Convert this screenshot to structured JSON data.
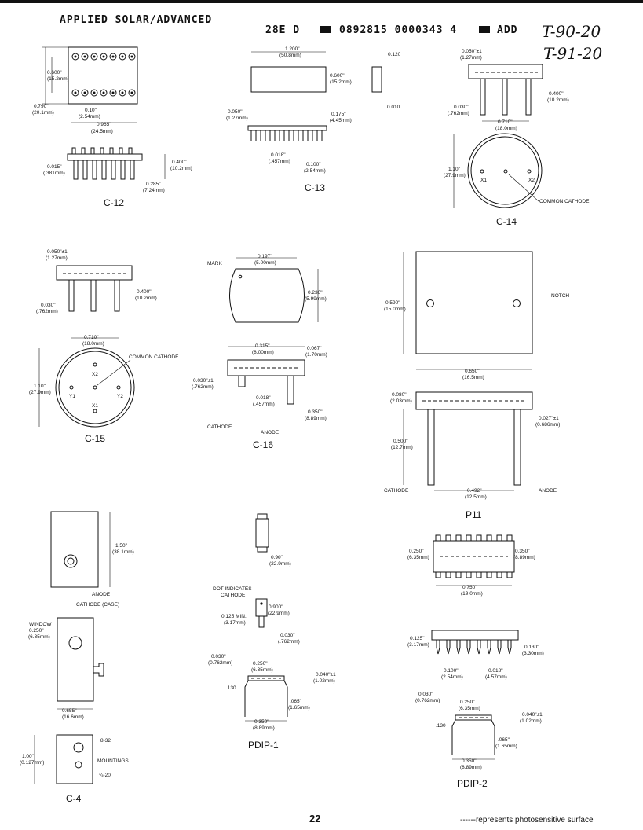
{
  "header": {
    "company": "APPLIED SOLAR/ADVANCED",
    "code": "28E D",
    "number": "0892815 0000343 4",
    "suffix": "ADD",
    "handwritten_1": "T-90-20",
    "handwritten_2": "T-91-20"
  },
  "packages": {
    "c12": {
      "label": "C-12",
      "d1": "0.600\"",
      "d1mm": "(15.2mm)",
      "d2": "0.790\"",
      "d2mm": "(20.1mm)",
      "d3": "0.10\"",
      "d3mm": "(2.54mm)",
      "d4": "0.965\"",
      "d4mm": "(24.5mm)",
      "d5": "0.015\"",
      "d5mm": "(.381mm)",
      "d6": "0.400\"",
      "d6mm": "(10.2mm)",
      "d7": "0.285\"",
      "d7mm": "(7.24mm)"
    },
    "c13": {
      "label": "C-13",
      "d1": "1.200\"",
      "d1mm": "(50.8mm)",
      "d2": "0.600\"",
      "d2mm": "(15.2mm)",
      "d3": "0.120",
      "d4": "0.010",
      "d5": "0.050\"",
      "d5mm": "(1.27mm)",
      "d6": "0.175\"",
      "d6mm": "(4.45mm)",
      "d7": "0.018\"",
      "d7mm": "(.457mm)",
      "d8": "0.100\"",
      "d8mm": "(2.54mm)"
    },
    "c14": {
      "label": "C-14",
      "d1": "0.050\"±1",
      "d1mm": "(1.27mm)",
      "d2": "0.400\"",
      "d2mm": "(10.2mm)",
      "d3": "0.030\"",
      "d3mm": "(.762mm)",
      "d4": "0.710\"",
      "d4mm": "(18.0mm)",
      "d5": "1.10\"",
      "d5mm": "(27.9mm)",
      "x1": "X1",
      "x2": "X2",
      "note": "COMMON CATHODE"
    },
    "c15": {
      "label": "C-15",
      "d1": "0.050\"±1",
      "d1mm": "(1.27mm)",
      "d2": "0.400\"",
      "d2mm": "(10.2mm)",
      "d3": "0.030\"",
      "d3mm": "(.762mm)",
      "d4": "0.710\"",
      "d4mm": "(18.0mm)",
      "d5": "1.10\"",
      "d5mm": "(27.9mm)",
      "note": "COMMON CATHODE",
      "x1": "X1",
      "x2": "X2",
      "y1": "Y1",
      "y2": "Y2"
    },
    "c16": {
      "label": "C-16",
      "mark": "MARK",
      "d1": "0.197\"",
      "d1mm": "(5.00mm)",
      "d2": "0.236\"",
      "d2mm": "(5.99mm)",
      "d3": "0.315\"",
      "d3mm": "(8.00mm)",
      "d4": "0.067\"",
      "d4mm": "(1.70mm)",
      "d5": "0.030\"±1",
      "d5mm": "(.762mm)",
      "d6": "0.018\"",
      "d6mm": "(.457mm)",
      "d7": "0.350\"",
      "d7mm": "(8.89mm)",
      "cathode": "CATHODE",
      "anode": "ANODE"
    },
    "p11": {
      "label": "P11",
      "d1": "0.590\"",
      "d1mm": "(15.0mm)",
      "notch": "NOTCH",
      "d2": "0.650\"",
      "d2mm": "(16.5mm)",
      "d3": "0.080\"",
      "d3mm": "(2.03mm)",
      "d4": "0.027\"±1",
      "d4mm": "(0.686mm)",
      "d5": "0.500\"",
      "d5mm": "(12.7mm)",
      "d6": "0.492\"",
      "d6mm": "(12.5mm)",
      "cathode": "CATHODE",
      "anode": "ANODE"
    },
    "c4": {
      "label": "C-4",
      "d1": "1.50\"",
      "d1mm": "(38.1mm)",
      "anode": "ANODE",
      "cathode": "CATHODE (CASE)",
      "window": "WINDOW",
      "d2": "0.250\"",
      "d2mm": "(6.35mm)",
      "d3": "0.655\"",
      "d3mm": "(16.6mm)",
      "d4": "1.00\"",
      "d4mm": "(0.127mm)",
      "m1": "8-32",
      "mountings": "MOUNTINGS",
      "m2": "¼-20"
    },
    "pdip1": {
      "label": "PDIP-1",
      "d1": "0.90\"",
      "d1mm": "(22.9mm)",
      "dot1": "DOT INDICATES",
      "dot2": "CATHODE",
      "d2": "0.125 MIN.",
      "d2mm": "(3.17mm)",
      "d3": "0.900\"",
      "d3mm": "(22.9mm)",
      "d4": "0.030\"",
      "d4mm": "(.762mm)",
      "d5": "0.030\"",
      "d5mm": "(0.762mm)",
      "d6": "0.250\"",
      "d6mm": "(6.35mm)",
      "d7": "0.040\"±1",
      "d7mm": "(1.02mm)",
      "d8": ".130",
      "d9": ".065\"",
      "d9mm": "(1.65mm)",
      "d10": "0.350\"",
      "d10mm": "(8.89mm)"
    },
    "pdip2": {
      "label": "PDIP-2",
      "d1": "0.250\"",
      "d1mm": "(6.35mm)",
      "d2": "0.350\"",
      "d2mm": "(8.89mm)",
      "d3": "0.750\"",
      "d3mm": "(19.0mm)",
      "d4": "0.125\"",
      "d4mm": "(3.17mm)",
      "d5": "0.130\"",
      "d5mm": "(3.30mm)",
      "d6": "0.100\"",
      "d6mm": "(2.54mm)",
      "d7": "0.018\"",
      "d7mm": "(4.57mm)",
      "d8": "0.030\"",
      "d8mm": "(0.762mm)",
      "d9": "0.250\"",
      "d9mm": "(6.35mm)",
      "d10": "0.040\"±1",
      "d10mm": "(1.02mm)",
      "d11": ".130",
      "d12": ".065\"",
      "d12mm": "(1.65mm)",
      "d13": "0.350\"",
      "d13mm": "(8.89mm)"
    }
  },
  "footer": {
    "page": "22",
    "legend": "------represents photosensitive surface"
  }
}
